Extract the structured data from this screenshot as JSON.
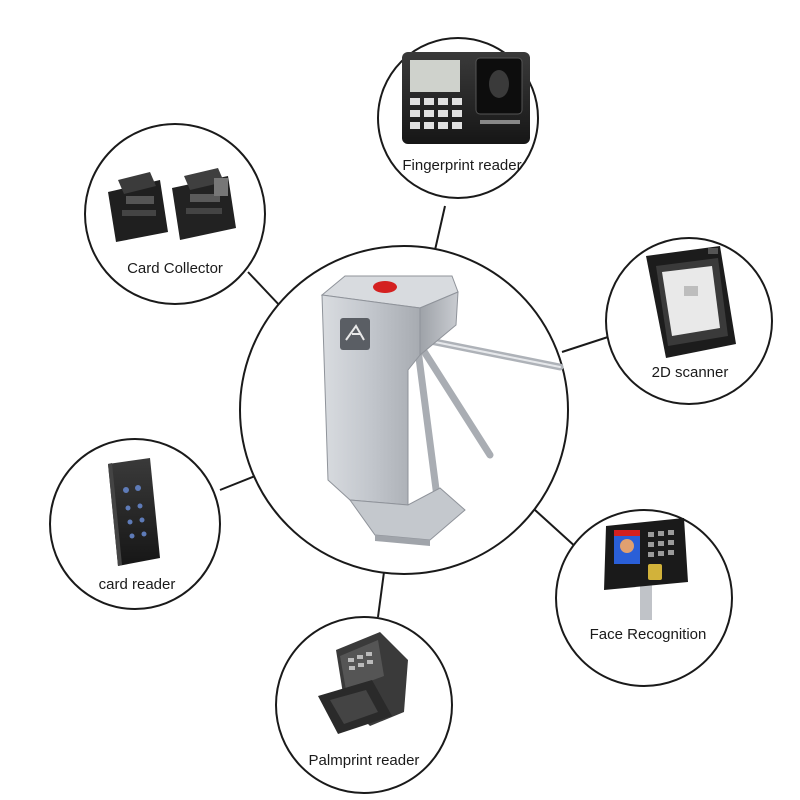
{
  "center": {
    "name": "tripod-turnstile",
    "icon": "turnstile-icon"
  },
  "nodes": [
    {
      "id": "fingerprint",
      "label": "Fingerprint reader",
      "icon": "fingerprint-reader-icon"
    },
    {
      "id": "card-collector",
      "label": "Card Collector",
      "icon": "card-collector-icon"
    },
    {
      "id": "scanner",
      "label": "2D scanner",
      "icon": "qr-scanner-icon"
    },
    {
      "id": "card-reader",
      "label": "card reader",
      "icon": "card-reader-icon"
    },
    {
      "id": "face",
      "label": "Face Recognition",
      "icon": "face-recognition-icon"
    },
    {
      "id": "palmprint",
      "label": "Palmprint reader",
      "icon": "palmprint-reader-icon"
    }
  ],
  "colors": {
    "line": "#1a1a1a",
    "metal": "#b8bcc2",
    "device": "#2a2a2a",
    "accent_red": "#d42020",
    "screen_blue": "#2a5fd8"
  }
}
